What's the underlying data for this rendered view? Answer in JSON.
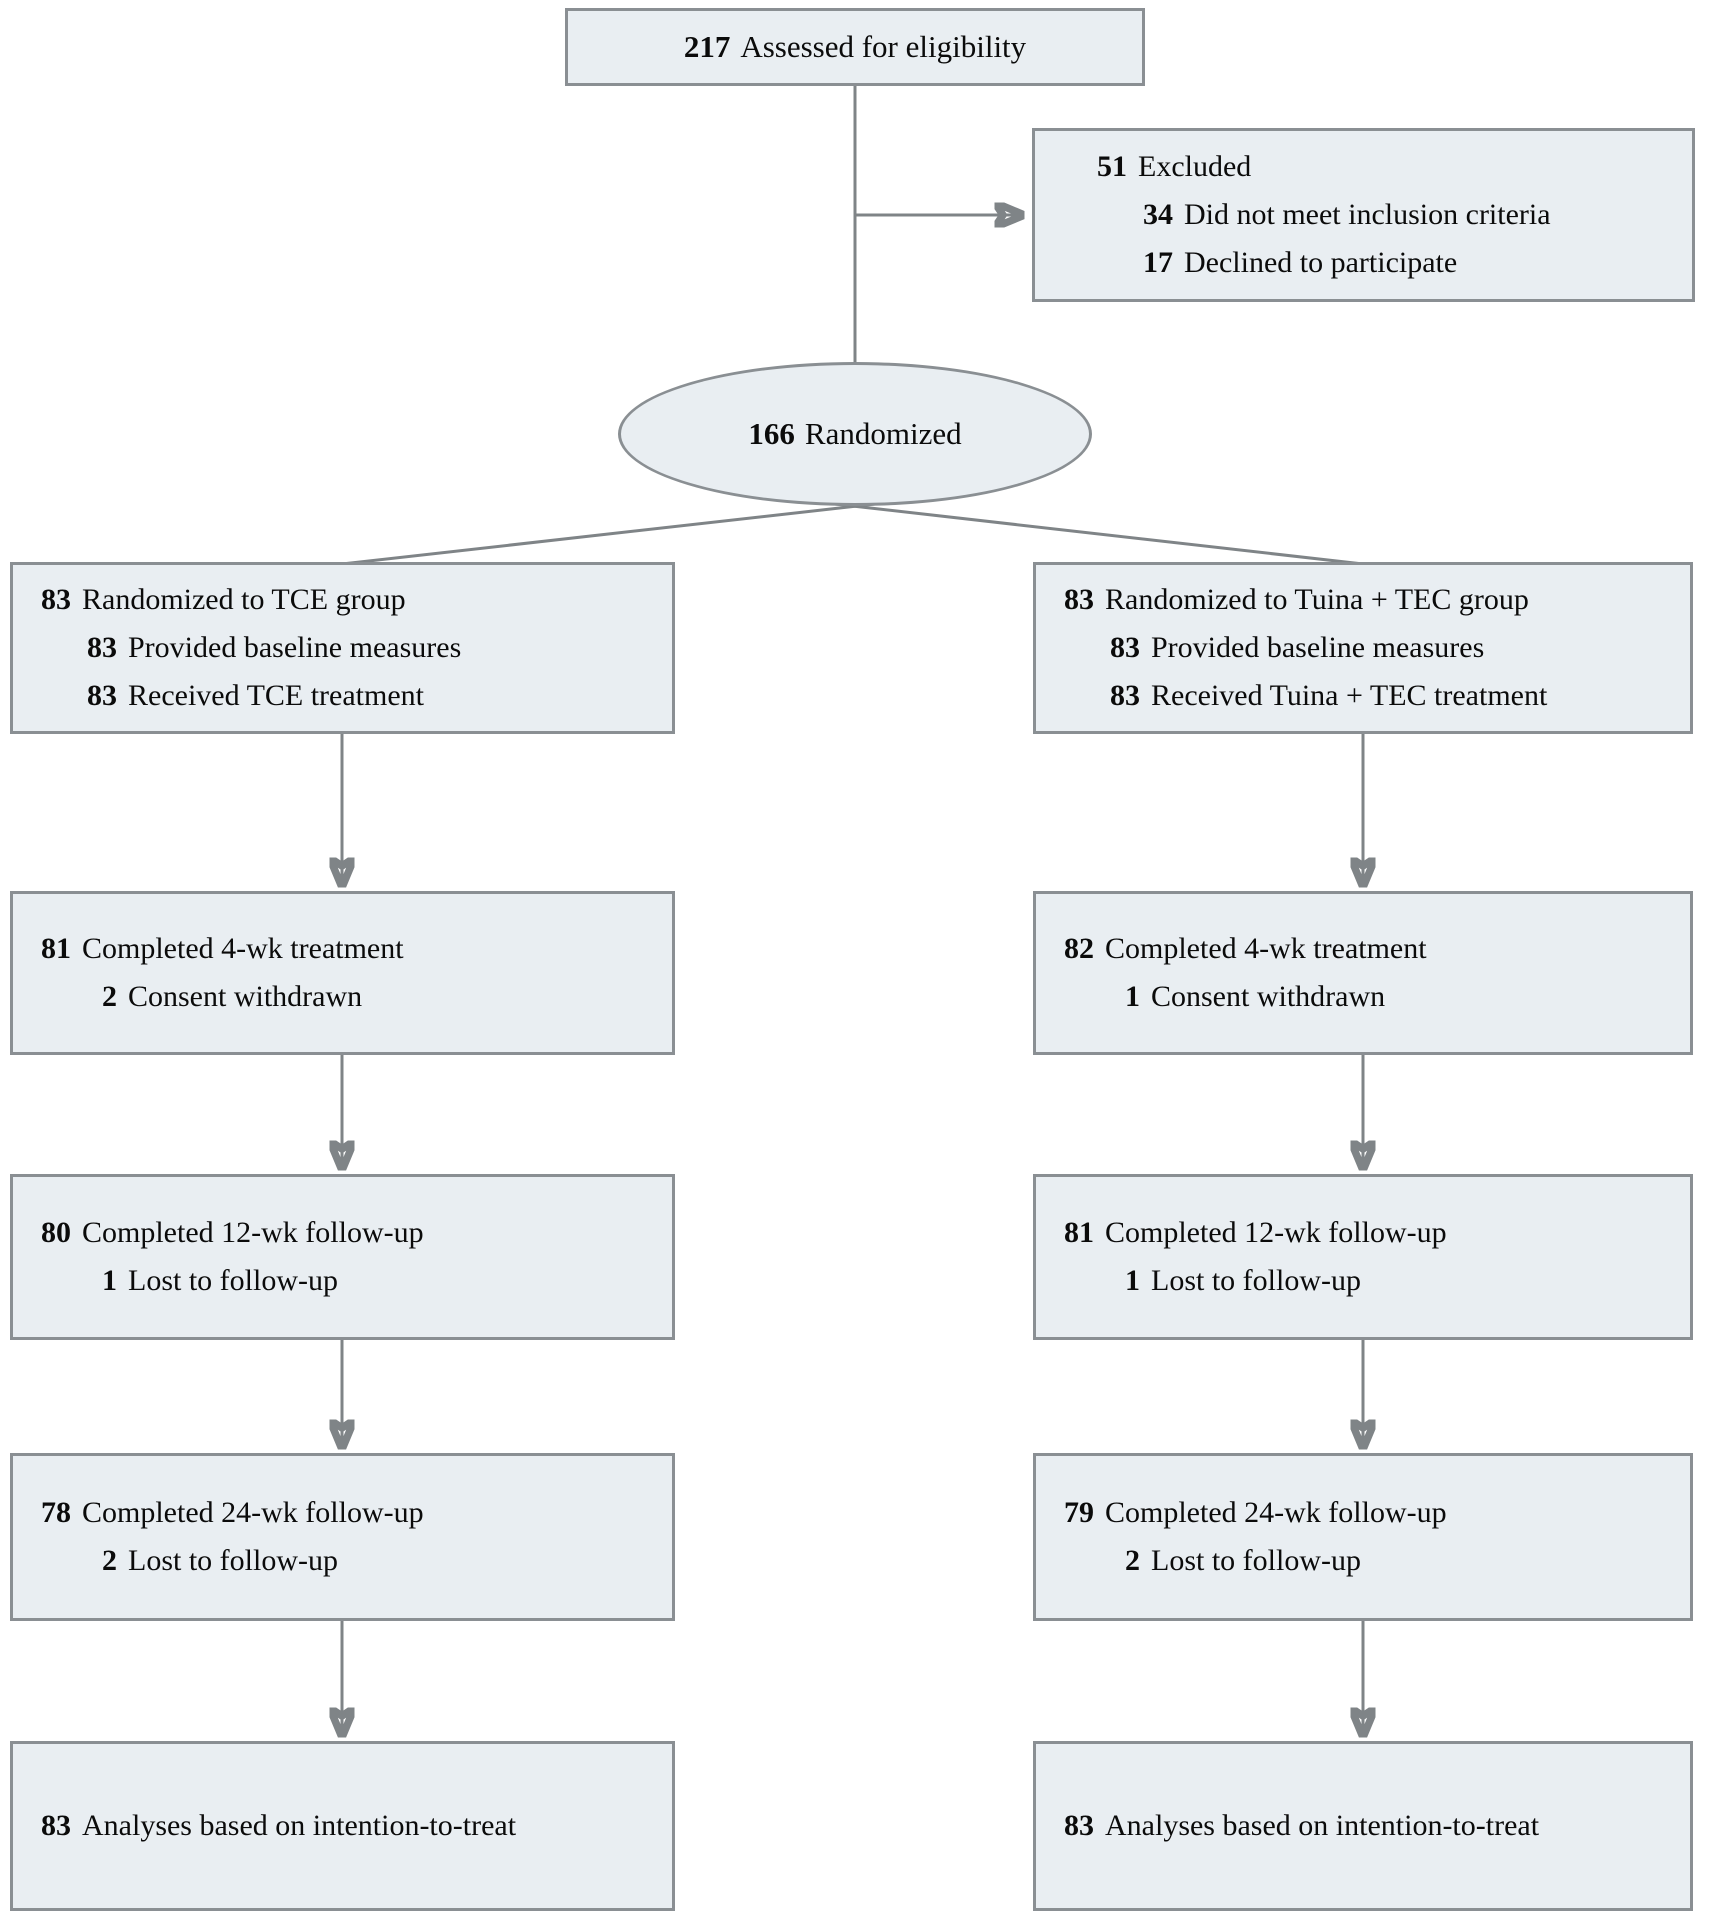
{
  "palette": {
    "box_fill": "#e9eef2",
    "box_border": "#8a8f93",
    "connector": "#7f8487",
    "text": "#0b0b0b"
  },
  "top_box": {
    "num": "217",
    "label": "Assessed for eligibility"
  },
  "excluded_box": {
    "lines": [
      {
        "num": "51",
        "text": "Excluded",
        "sub": false
      },
      {
        "num": "34",
        "text": "Did not meet inclusion criteria",
        "sub": true
      },
      {
        "num": "17",
        "text": "Declined to participate",
        "sub": true
      }
    ]
  },
  "randomized": {
    "num": "166",
    "label": "Randomized"
  },
  "columns": {
    "left": {
      "group": "TCE",
      "boxes": [
        {
          "stage": "allocation",
          "lines": [
            {
              "num": "83",
              "text": "Randomized to TCE group",
              "sub": false
            },
            {
              "num": "83",
              "text": "Provided baseline measures",
              "sub": true
            },
            {
              "num": "83",
              "text": "Received TCE treatment",
              "sub": true
            }
          ]
        },
        {
          "stage": "treatment-4wk",
          "lines": [
            {
              "num": "81",
              "text": "Completed 4-wk treatment",
              "sub": false
            },
            {
              "num": "2",
              "text": "Consent withdrawn",
              "sub": true
            }
          ]
        },
        {
          "stage": "followup-12wk",
          "lines": [
            {
              "num": "80",
              "text": "Completed 12-wk follow-up",
              "sub": false
            },
            {
              "num": "1",
              "text": "Lost to follow-up",
              "sub": true
            }
          ]
        },
        {
          "stage": "followup-24wk",
          "lines": [
            {
              "num": "78",
              "text": "Completed 24-wk follow-up",
              "sub": false
            },
            {
              "num": "2",
              "text": "Lost to follow-up",
              "sub": true
            }
          ]
        },
        {
          "stage": "analysis",
          "lines": [
            {
              "num": "83",
              "text": "Analyses based on intention-to-treat",
              "sub": false
            }
          ]
        }
      ]
    },
    "right": {
      "group": "Tuina + TEC",
      "boxes": [
        {
          "stage": "allocation",
          "lines": [
            {
              "num": "83",
              "text": "Randomized to Tuina + TEC group",
              "sub": false
            },
            {
              "num": "83",
              "text": "Provided baseline measures",
              "sub": true
            },
            {
              "num": "83",
              "text": "Received Tuina + TEC treatment",
              "sub": true
            }
          ]
        },
        {
          "stage": "treatment-4wk",
          "lines": [
            {
              "num": "82",
              "text": "Completed 4-wk treatment",
              "sub": false
            },
            {
              "num": "1",
              "text": "Consent withdrawn",
              "sub": true
            }
          ]
        },
        {
          "stage": "followup-12wk",
          "lines": [
            {
              "num": "81",
              "text": "Completed 12-wk follow-up",
              "sub": false
            },
            {
              "num": "1",
              "text": "Lost to follow-up",
              "sub": true
            }
          ]
        },
        {
          "stage": "followup-24wk",
          "lines": [
            {
              "num": "79",
              "text": "Completed 24-wk follow-up",
              "sub": false
            },
            {
              "num": "2",
              "text": "Lost to follow-up",
              "sub": true
            }
          ]
        },
        {
          "stage": "analysis",
          "lines": [
            {
              "num": "83",
              "text": "Analyses based on intention-to-treat",
              "sub": false
            }
          ]
        }
      ]
    }
  }
}
